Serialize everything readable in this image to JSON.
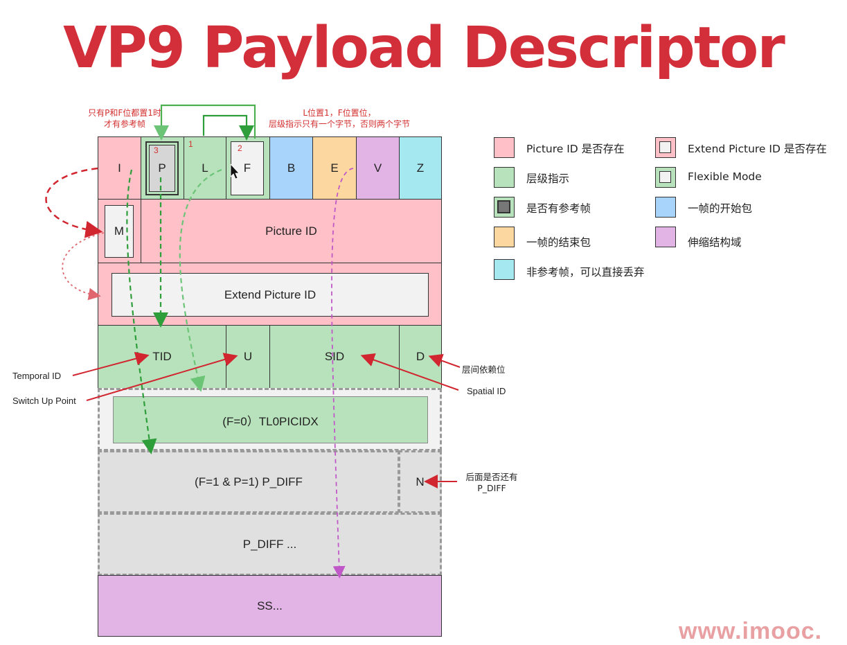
{
  "title": "VP9 Payload Descriptor",
  "notes": {
    "left_line1": "只有P和F位都置1时",
    "left_line2": "才有参考帧",
    "right_line1": "L位置1，F位置位，",
    "right_line2": "层级指示只有一个字节，否则两个字节"
  },
  "step_numbers": {
    "n1": "1",
    "n2": "2",
    "n3": "3"
  },
  "bits": [
    "I",
    "P",
    "L",
    "F",
    "B",
    "E",
    "V",
    "Z"
  ],
  "fields": {
    "m": "M",
    "picture_id": "Picture ID",
    "extend_picture_id": "Extend Picture ID",
    "tid": "TID",
    "u": "U",
    "sid": "SID",
    "d": "D",
    "tl0picidx": "(F=0）TL0PICIDX",
    "p_diff": "(F=1 & P=1) P_DIFF",
    "n": "N",
    "p_diff_more": "P_DIFF ...",
    "ss": "SS..."
  },
  "callouts": {
    "temporal_id": "Temporal ID",
    "switch_up": "Switch Up Point",
    "layer_dep": "层间依赖位",
    "spatial_id": "Spatial ID",
    "more_pdiff_line1": "后面是否还有",
    "more_pdiff_line2": "P_DIFF"
  },
  "legend": [
    {
      "text": "Picture ID 是否存在",
      "color": "#ffc0c8",
      "style": "plain"
    },
    {
      "text": "Extend Picture ID 是否存在",
      "color": "#ffc0c8",
      "style": "inner-light"
    },
    {
      "text": "层级指示",
      "color": "#b8e2bc",
      "style": "plain"
    },
    {
      "text": "Flexible Mode",
      "color": "#b8e2bc",
      "style": "inner-light"
    },
    {
      "text": "是否有参考帧",
      "color": "#b8e2bc",
      "style": "inner-dark"
    },
    {
      "text": "一帧的开始包",
      "color": "#a8d4fb",
      "style": "plain"
    },
    {
      "text": "一帧的结束包",
      "color": "#fdd7a0",
      "style": "plain"
    },
    {
      "text": "伸缩结构域",
      "color": "#e2b4e6",
      "style": "plain"
    },
    {
      "text": "非参考帧，可以直接丢弃",
      "color": "#a6e8f0",
      "style": "plain"
    }
  ],
  "colors": {
    "pink": "#ffc0c8",
    "green": "#b8e2bc",
    "blue": "#a8d4fb",
    "orange": "#fdd7a0",
    "violet": "#e2b4e6",
    "cyan": "#a6e8f0",
    "gray": "#e0e0e0",
    "title_red": "#d32f3b"
  },
  "watermark": "www.imooc."
}
